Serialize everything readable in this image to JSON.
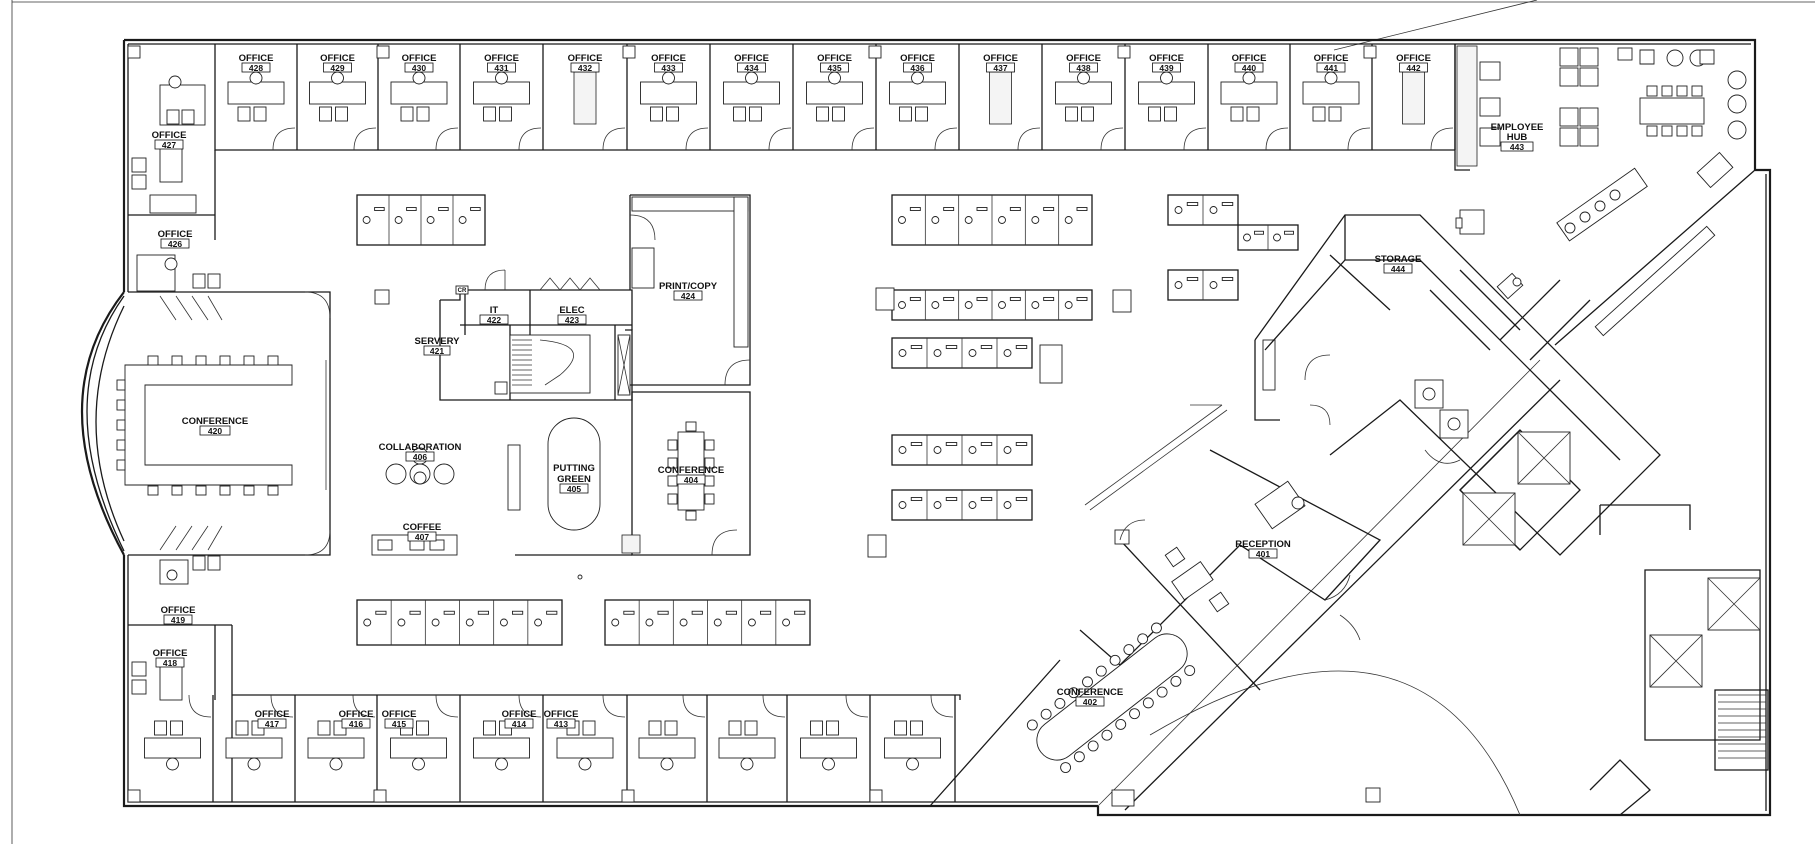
{
  "top_offices": [
    {
      "label": "OFFICE",
      "number": "428"
    },
    {
      "label": "OFFICE",
      "number": "429"
    },
    {
      "label": "OFFICE",
      "number": "430"
    },
    {
      "label": "OFFICE",
      "number": "431"
    },
    {
      "label": "OFFICE",
      "number": "432"
    },
    {
      "label": "OFFICE",
      "number": "433"
    },
    {
      "label": "OFFICE",
      "number": "434"
    },
    {
      "label": "OFFICE",
      "number": "435"
    },
    {
      "label": "OFFICE",
      "number": "436"
    },
    {
      "label": "OFFICE",
      "number": "437"
    },
    {
      "label": "OFFICE",
      "number": "438"
    },
    {
      "label": "OFFICE",
      "number": "439"
    },
    {
      "label": "OFFICE",
      "number": "440"
    },
    {
      "label": "OFFICE",
      "number": "441"
    },
    {
      "label": "OFFICE",
      "number": "442"
    }
  ],
  "bottom_offices": [
    {
      "label": "OFFICE",
      "number": "417"
    },
    {
      "label": "OFFICE",
      "number": "416"
    },
    {
      "label": "OFFICE",
      "number": "415"
    },
    {
      "label": "OFFICE",
      "number": "414"
    },
    {
      "label": "OFFICE",
      "number": "413"
    }
  ],
  "rooms": {
    "office_427": {
      "label": "OFFICE",
      "number": "427"
    },
    "office_426": {
      "label": "OFFICE",
      "number": "426"
    },
    "office_419": {
      "label": "OFFICE",
      "number": "419"
    },
    "office_418": {
      "label": "OFFICE",
      "number": "418"
    },
    "conference_420": {
      "label": "CONFERENCE",
      "number": "420"
    },
    "servery": {
      "label": "SERVERY",
      "number": "421"
    },
    "it": {
      "label": "IT",
      "number": "422"
    },
    "elec": {
      "label": "ELEC",
      "number": "423"
    },
    "print_copy": {
      "label": "PRINT/COPY",
      "number": "424"
    },
    "collaboration": {
      "label": "COLLABORATION",
      "number": "406"
    },
    "coffee": {
      "label": "COFFEE",
      "number": "407"
    },
    "putting_green": {
      "label_line1": "PUTTING",
      "label_line2": "GREEN",
      "number": "405"
    },
    "conference_404": {
      "label": "CONFERENCE",
      "number": "404"
    },
    "employee_hub": {
      "label_line1": "EMPLOYEE",
      "label_line2": "HUB",
      "number": "443"
    },
    "storage": {
      "label": "STORAGE",
      "number": "444"
    },
    "reception": {
      "label": "RECEPTION",
      "number": "401"
    },
    "conference_402": {
      "label": "CONFERENCE",
      "number": "402"
    },
    "cr_tag": "CR"
  }
}
